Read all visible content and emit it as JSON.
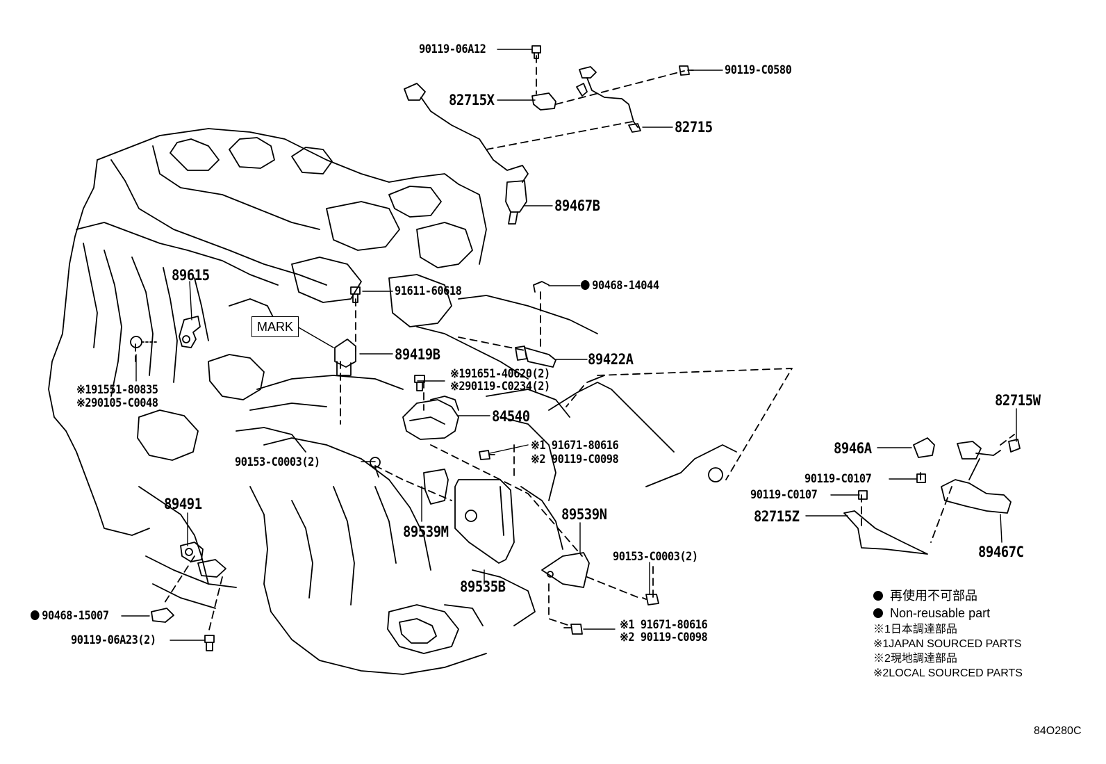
{
  "labels": {
    "p90119_06A12": "90119-06A12",
    "p90119_C0580": "90119-C0580",
    "p82715X": "82715X",
    "p82715": "82715",
    "p89467B": "89467B",
    "p89615": "89615",
    "p91611_60618": "91611-60618",
    "p90468_14044": "90468-14044",
    "p89419B": "89419B",
    "p89422A": "89422A",
    "p91551": "※191551-80835",
    "p90105": "※290105-C0048",
    "p91651": "※191651-40620(2)",
    "p90119_C0234": "※290119-C0234(2)",
    "p84540": "84540",
    "p91671_a": "※1 91671-80616",
    "p90119_C0098_a": "※2 90119-C0098",
    "p90153_a": "90153-C0003(2)",
    "p82715W": "82715W",
    "p8946A": "8946A",
    "p90119_C0107_a": "90119-C0107",
    "p90119_C0107_b": "90119-C0107",
    "p82715Z": "82715Z",
    "p89467C": "89467C",
    "p89491": "89491",
    "p89539M": "89539M",
    "p89539N": "89539N",
    "p89535B": "89535B",
    "p90153_b": "90153-C0003(2)",
    "p90468_15007": "90468-15007",
    "p90119_06A23": "90119-06A23(2)",
    "p91671_b": "※1 91671-80616",
    "p90119_C0098_b": "※2 90119-C0098",
    "mark": "MARK"
  },
  "legend": {
    "nonreusable_jp": "再使用不可部品",
    "nonreusable_en": "Non-reusable part",
    "japan_jp": "※1日本調達部品",
    "japan_en": "※1JAPAN SOURCED PARTS",
    "local_jp": "※2現地調達部品",
    "local_en": "※2LOCAL SOURCED PARTS"
  },
  "figure_code": "84O280C"
}
